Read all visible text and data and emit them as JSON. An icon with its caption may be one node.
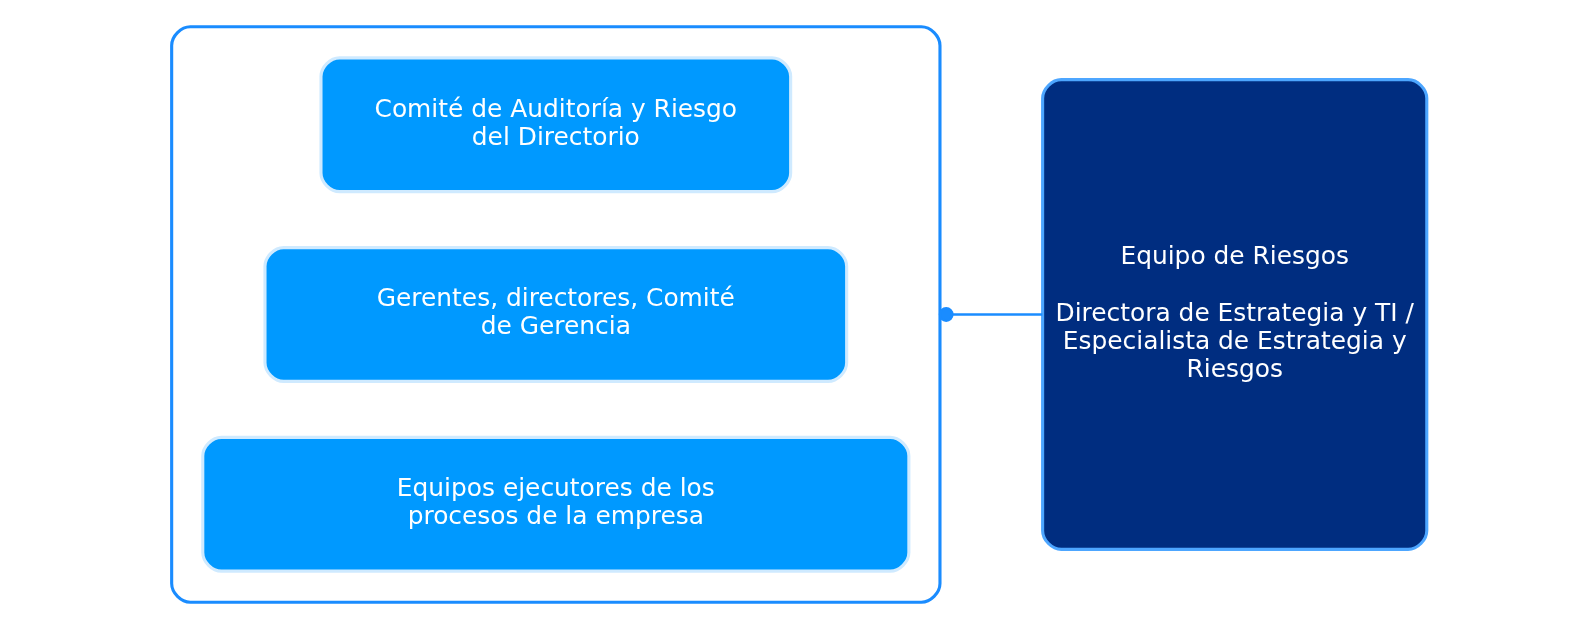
{
  "diagram": {
    "nodes": [
      {
        "text": [],
        "shape": "box"
      },
      {
        "text": [
          "Comité de Auditoría y Riesgo del Directorio"
        ],
        "in": 0
      },
      {
        "text": [
          "Gerentes, directores, Comité de Gerencia"
        ],
        "in": 0
      },
      {
        "text": [
          "Equipos ejecutores de los procesos de la empresa"
        ],
        "in": 0
      },
      {
        "text": [
          "Equipo de Riesgos",
          "Directora de Estrategia y TI / Especialista de Estrategia y Riesgos"
        ]
      }
    ],
    "edges": [
      {
        "from": 0,
        "to": 4,
        "arrow": "other"
      }
    ]
  }
}
